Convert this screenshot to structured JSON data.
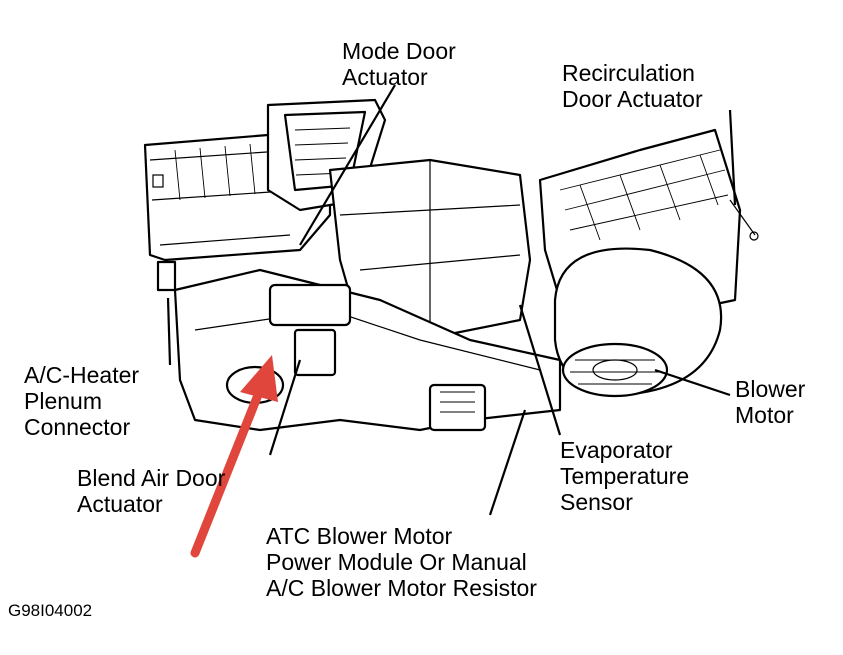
{
  "labels": {
    "mode_door_actuator": [
      "Mode Door",
      "Actuator"
    ],
    "recirculation_door_actuator": [
      "Recirculation",
      "Door Actuator"
    ],
    "plenum_connector": [
      "A/C-Heater",
      "Plenum",
      "Connector"
    ],
    "blower_motor": [
      "Blower",
      "Motor"
    ],
    "evaporator_temperature_sensor": [
      "Evaporator",
      "Temperature",
      "Sensor"
    ],
    "blend_air_door_actuator": [
      "Blend Air Door",
      "Actuator"
    ],
    "blower_power_module": [
      "ATC Blower Motor",
      "Power Module Or Manual",
      "A/C Blower Motor Resistor"
    ]
  },
  "figure_code": "G98I04002",
  "colors": {
    "highlight_arrow": "#e0463c",
    "line": "#000000"
  }
}
